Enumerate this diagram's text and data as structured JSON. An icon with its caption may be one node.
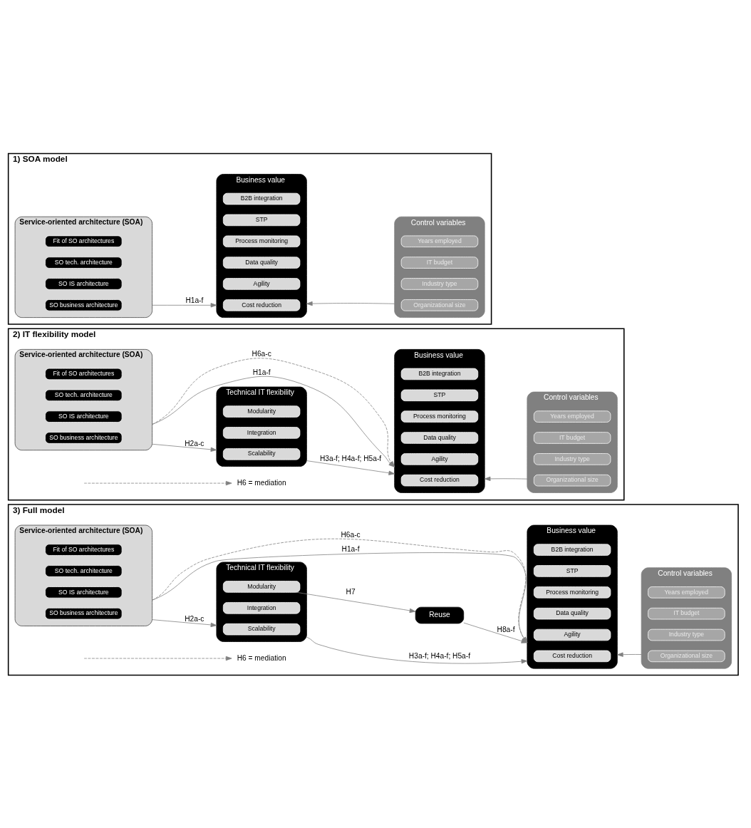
{
  "diagram": {
    "nodes": [
      {
        "text": [
          "1) SOA model"
        ]
      },
      {
        "text": [
          "Service-oriented architecture (SOA)"
        ],
        "in": 0
      },
      {
        "text": [
          "SO business architecture"
        ],
        "in": 1
      },
      {
        "text": [
          "SO IS architecture"
        ],
        "in": 1
      },
      {
        "text": [
          "SO tech. architecture"
        ],
        "in": 1
      },
      {
        "text": [
          "Fit of SO architectures"
        ],
        "in": 1
      },
      {
        "text": [
          "Business value"
        ],
        "in": 0
      },
      {
        "text": [
          "Cost reduction"
        ],
        "in": 6
      },
      {
        "text": [
          "Agility"
        ],
        "in": 6
      },
      {
        "text": [
          "Data quality"
        ],
        "in": 6
      },
      {
        "text": [
          "Process monitoring"
        ],
        "in": 6
      },
      {
        "text": [
          "STP"
        ],
        "in": 6
      },
      {
        "text": [
          "B2B integration"
        ],
        "in": 6
      },
      {
        "text": [
          "Control variables"
        ],
        "in": 0
      },
      {
        "text": [
          "Organizational size"
        ],
        "in": 13
      },
      {
        "text": [
          "Industry type"
        ],
        "in": 13
      },
      {
        "text": [
          "IT budget"
        ],
        "in": 13
      },
      {
        "text": [
          "Years employed"
        ],
        "in": 13
      },
      {
        "text": [
          "2) IT flexibility model"
        ]
      },
      {
        "text": [
          "Service-oriented architecture (SOA)"
        ],
        "in": 18
      },
      {
        "text": [
          "SO business architecture"
        ],
        "in": 19
      },
      {
        "text": [
          "SO IS architecture"
        ],
        "in": 19
      },
      {
        "text": [
          "SO tech. architecture"
        ],
        "in": 19
      },
      {
        "text": [
          "Fit of SO architectures"
        ],
        "in": 19
      },
      {
        "text": [
          "Technical IT flexibility"
        ],
        "in": 18
      },
      {
        "text": [
          "Scalability"
        ],
        "in": 24
      },
      {
        "text": [
          "Integration"
        ],
        "in": 24
      },
      {
        "text": [
          "Modularity"
        ],
        "in": 24
      },
      {
        "text": [
          "Business value"
        ],
        "in": 18
      },
      {
        "text": [
          "Cost reduction"
        ],
        "in": 28
      },
      {
        "text": [
          "Agility"
        ],
        "in": 28
      },
      {
        "text": [
          "Data quality"
        ],
        "in": 28
      },
      {
        "text": [
          "Process monitoring"
        ],
        "in": 28
      },
      {
        "text": [
          "STP"
        ],
        "in": 28
      },
      {
        "text": [
          "B2B integration"
        ],
        "in": 28
      },
      {
        "text": [
          "Control variables"
        ],
        "in": 18
      },
      {
        "text": [
          "Organizational size"
        ],
        "in": 35
      },
      {
        "text": [
          "Industry type"
        ],
        "in": 35
      },
      {
        "text": [
          "IT budget"
        ],
        "in": 35
      },
      {
        "text": [
          "Years employed"
        ],
        "in": 35
      },
      {
        "text": [
          "3) Full model"
        ]
      },
      {
        "text": [
          "Service-oriented architecture (SOA)"
        ],
        "in": 40
      },
      {
        "text": [
          "SO business architecture"
        ],
        "in": 41
      },
      {
        "text": [
          "SO IS architecture"
        ],
        "in": 41
      },
      {
        "text": [
          "SO tech. architecture"
        ],
        "in": 41
      },
      {
        "text": [
          "Fit of SO architectures"
        ],
        "in": 41
      },
      {
        "text": [
          "Technical IT flexibility"
        ],
        "in": 40
      },
      {
        "text": [
          "Scalability"
        ],
        "in": 46
      },
      {
        "text": [
          "Integration"
        ],
        "in": 46
      },
      {
        "text": [
          "Modularity"
        ],
        "in": 46
      },
      {
        "text": [
          "Reuse"
        ],
        "in": 40
      },
      {
        "text": [
          "Business value"
        ],
        "in": 40
      },
      {
        "text": [
          "Cost reduction"
        ],
        "in": 51
      },
      {
        "text": [
          "Agility"
        ],
        "in": 51
      },
      {
        "text": [
          "Data quality"
        ],
        "in": 51
      },
      {
        "text": [
          "Process monitoring"
        ],
        "in": 51
      },
      {
        "text": [
          "STP"
        ],
        "in": 51
      },
      {
        "text": [
          "B2B integration"
        ],
        "in": 51
      },
      {
        "text": [
          "Control variables"
        ],
        "in": 40
      },
      {
        "text": [
          "Organizational size"
        ],
        "in": 58
      },
      {
        "text": [
          "Industry type"
        ],
        "in": 58
      },
      {
        "text": [
          "IT budget"
        ],
        "in": 58
      },
      {
        "text": [
          "Years employed"
        ],
        "in": 58
      }
    ],
    "edges": [
      {
        "from": 1,
        "to": 6,
        "arrow": "to",
        "label": "H1a-f"
      },
      {
        "from": 13,
        "to": 6,
        "arrow": "to"
      },
      {
        "from": 19,
        "to": 28,
        "arrow": "to",
        "label": "H1a-f"
      },
      {
        "from": 19,
        "to": 28,
        "arrow": "to",
        "label": "H6a-c",
        "style": "dashed"
      },
      {
        "from": 19,
        "to": 24,
        "arrow": "to",
        "label": "H2a-c"
      },
      {
        "from": 24,
        "to": 28,
        "arrow": "to",
        "label": "H3a-f; H4a-f; H5a-f"
      },
      {
        "from": 35,
        "to": 28,
        "arrow": "to"
      },
      {
        "from": 41,
        "to": 51,
        "arrow": "to",
        "label": "H1a-f"
      },
      {
        "from": 41,
        "to": 51,
        "arrow": "to",
        "label": "H6a-c",
        "style": "dashed"
      },
      {
        "from": 41,
        "to": 46,
        "arrow": "to",
        "label": "H2a-c"
      },
      {
        "from": 46,
        "to": 51,
        "arrow": "to",
        "label": "H3a-f; H4a-f; H5a-f"
      },
      {
        "from": 49,
        "to": 50,
        "arrow": "to",
        "label": "H7"
      },
      {
        "from": 50,
        "to": 51,
        "arrow": "to",
        "label": "H8a-f"
      },
      {
        "from": 58,
        "to": 51,
        "arrow": "to"
      }
    ],
    "legend": [
      {
        "text": "H6 = mediation"
      },
      {
        "text": "H6 = mediation"
      }
    ]
  }
}
